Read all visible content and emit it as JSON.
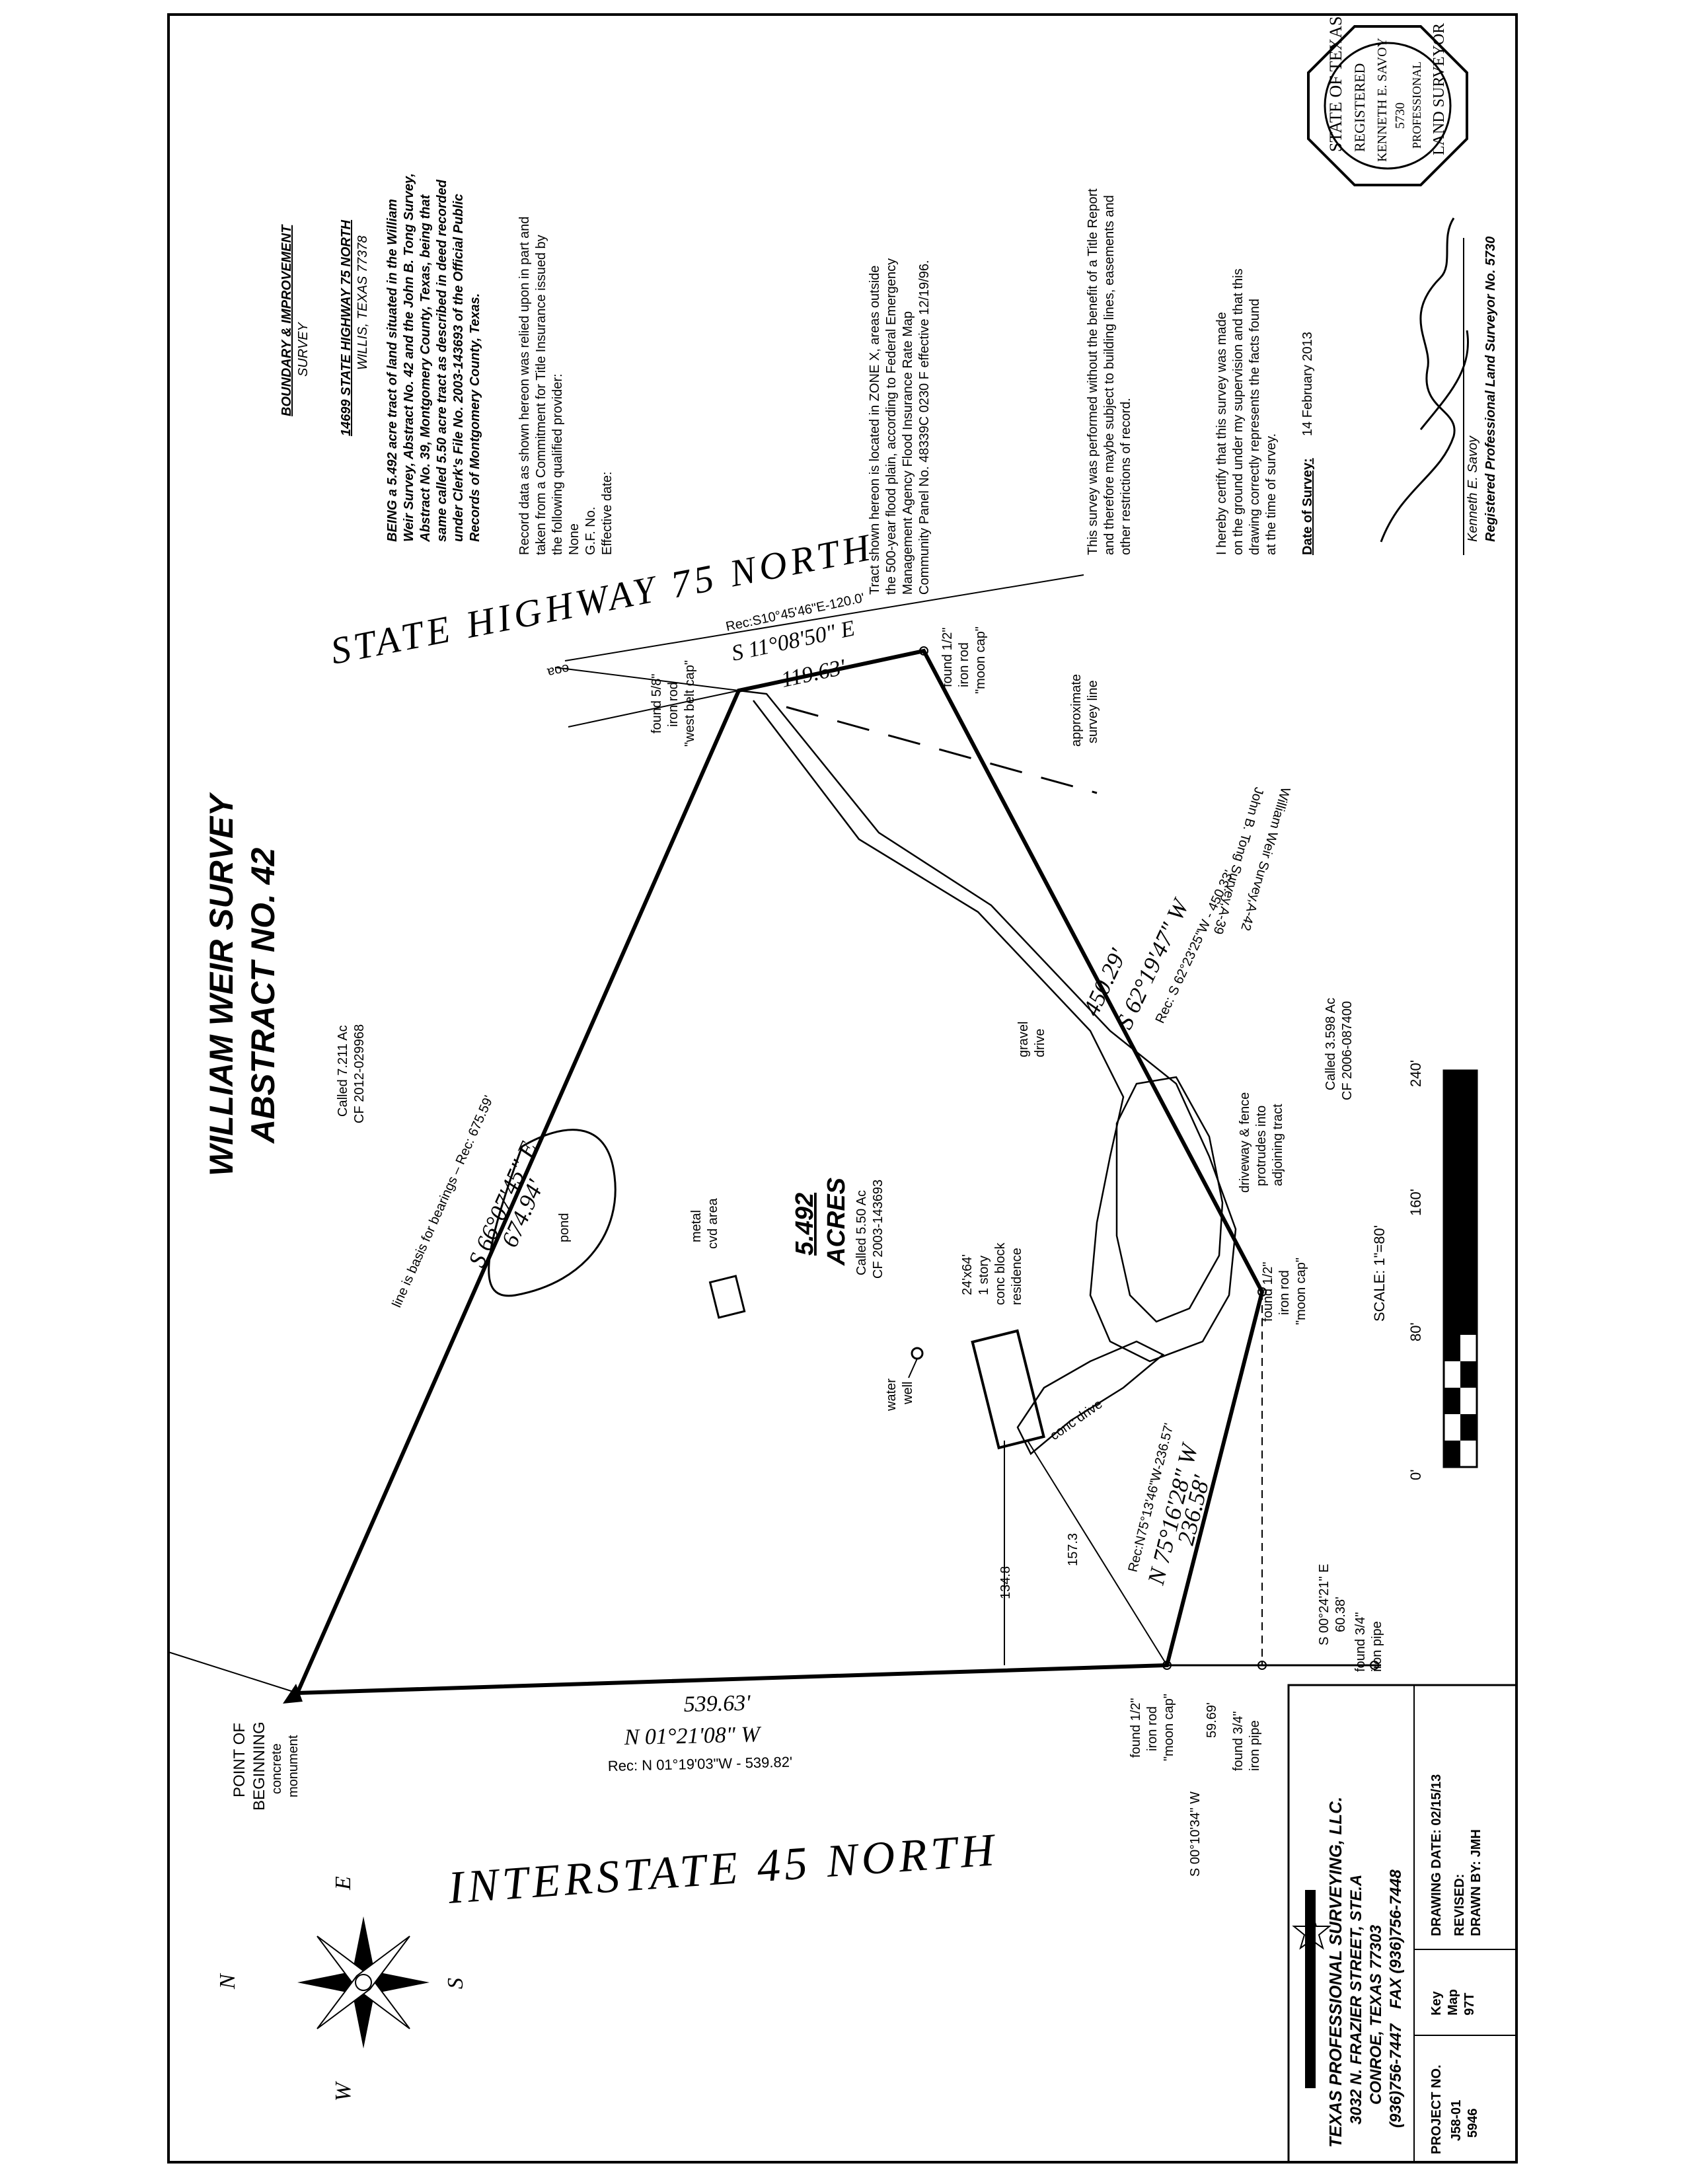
{
  "titles": {
    "survey_line1": "WILLIAM WEIR SURVEY",
    "survey_line2": "ABSTRACT NO. 42"
  },
  "roads": {
    "highway": "STATE HIGHWAY 75 NORTH",
    "interstate": "INTERSTATE 45 NORTH"
  },
  "survey_notes": {
    "heading1": "BOUNDARY & IMPROVEMENT",
    "heading2": "SURVEY",
    "address1": "14699 STATE HIGHWAY 75 NORTH",
    "address2": "WILLIS, TEXAS 77378",
    "description": [
      "BEING a 5.492 acre tract of land situated in the William",
      "Weir Survey, Abstract No. 42 and the John B. Tong Survey,",
      "Abstract No. 39, Montgomery County, Texas, being that",
      "same called 5.50 acre tract as described in deed recorded",
      "under Clerk's File No. 2003-143693 of the Official Public",
      "Records of Montgomery County, Texas."
    ],
    "record_data": [
      "Record data as shown hereon was relied upon in part and",
      "taken from a Commitment for Title Insurance issued by",
      "the following qualified provider:"
    ],
    "provider": "None",
    "gf_no": "G.F. No.",
    "effective_date": "Effective date:",
    "flood": [
      "Tract shown hereon is located in ZONE X, areas outside",
      "the 500-year flood plain, according to Federal Emergency",
      "Management Agency Flood Insurance Rate Map",
      "Community Panel No.  48339C 0230 F effective 12/19/96."
    ],
    "title_report": [
      "This survey was performed without the benefit of a Title Report",
      "and therefore maybe subject to building lines, easements and",
      "other restrictions of record."
    ],
    "certify": [
      "I hereby certify that this survey was made",
      "on the ground under my supervision and that this",
      "drawing correctly represents the facts found",
      "at the time of survey."
    ],
    "date_label": "Date of Survey:",
    "date_value": "14 February 2013",
    "surveyor_name": "Kenneth E. Savoy",
    "surveyor_title": "Registered Professional Land Surveyor No. 5730"
  },
  "seal": {
    "state": "STATE OF TEXAS",
    "registered": "REGISTERED",
    "name": "KENNETH E. SAVOY",
    "number": "5730",
    "professional": "PROFESSIONAL",
    "land_surveyor": "LAND SURVEYOR"
  },
  "boundary": {
    "north_bearing": "S 11°08'50\" E",
    "north_distance": "119.63'",
    "north_record": "Rec:S10°45'46\"E-120.0'",
    "ne_distance": "450.29'",
    "ne_bearing": "S 62°19'47\" W",
    "ne_record": "Rec: S 62°23'25\"W - 450.33'",
    "se_record": "Rec:N75°13'46\"W-236.57'",
    "se_bearing": "N 75°16'28\" W",
    "se_distance": "236.58'",
    "south_distance": "539.63'",
    "south_bearing": "N 01°21'08\" W",
    "south_record": "Rec: N 01°19'03\"W - 539.82'",
    "west_bearing": "S 66°07'45\" E",
    "west_distance": "674.94'",
    "west_note": "line is basis for bearings – Rec: 675.59'"
  },
  "labels": {
    "acres_value": "5.492",
    "acres_unit": "ACRES",
    "called_550": "Called 5.50 Ac",
    "cf_550": "CF 2003-143693",
    "called_7211": "Called 7.211 Ac",
    "cf_7211": "CF 2012-029968",
    "called_3598": "Called 3.598 Ac",
    "cf_3598": "CF 2006-087400",
    "pond": "pond",
    "metal1": "metal",
    "metal2": "cvd area",
    "water1": "water",
    "water2": "well",
    "res1": "24'x64'",
    "res2": "1 story",
    "res3": "conc block",
    "res4": "residence",
    "conc_drive": "conc drive",
    "gravel1": "gravel",
    "gravel2": "drive",
    "driveway1": "driveway & fence",
    "driveway2": "protrudes into",
    "driveway3": "adjoining tract",
    "approx1": "approximate",
    "approx2": "survey line",
    "tong_survey": "John B. Tong Survey,A-39",
    "weir_survey": "William Weir Survey,A-42",
    "eoa": "eoa",
    "dim_134": "134.8",
    "dim_157": "157.3",
    "pob1": "POINT OF",
    "pob2": "BEGINNING",
    "pob3": "concrete",
    "pob4": "monument",
    "found_58_1": "found 5/8\"",
    "found_58_2": "iron rod",
    "found_58_3": "\"west belt cap\"",
    "found_12a_1": "found 1/2\"",
    "found_12a_2": "iron rod",
    "found_12a_3": "\"moon cap\"",
    "found_12b_1": "found 1/2\"",
    "found_12b_2": "iron rod",
    "found_12b_3": "\"moon cap\"",
    "found_12c_1": "found 1/2\"",
    "found_12c_2": "iron rod",
    "found_12c_3": "\"moon cap\"",
    "found_34a_1": "found 3/4\"",
    "found_34a_2": "iron pipe",
    "found_34b_1": "found 3/4\"",
    "found_34b_2": "iron pipe",
    "s0010_1": "S 00°10'34\" W",
    "s0010_2": "59.69'",
    "s0024_1": "S 00°24'21\" E",
    "s0024_2": "60.38'"
  },
  "scale": {
    "label": "SCALE: 1\"=80'",
    "ticks": [
      "0'",
      "80'",
      "160'",
      "240'"
    ]
  },
  "compass": {
    "n": "N",
    "e": "E",
    "s": "S",
    "w": "W"
  },
  "title_block": {
    "company": "TEXAS PROFESSIONAL SURVEYING, LLC.",
    "street": "3032 N. FRAZIER STREET, STE.A",
    "city": "CONROE, TEXAS 77303",
    "phone": "(936)756-7447",
    "fax": "FAX (936)756-7448",
    "project_label": "PROJECT NO.",
    "project_no1": "J58-01",
    "project_no2": "5946",
    "key_label1": "Key",
    "key_label2": "Map",
    "key_value": "97T",
    "drawing_date": "DRAWING DATE:  02/15/13",
    "revised": "REVISED:",
    "drawn_by": "DRAWN BY:  JMH"
  }
}
